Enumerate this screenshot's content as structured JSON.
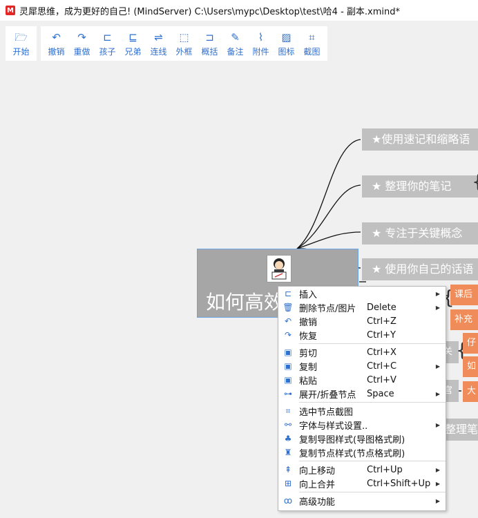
{
  "window": {
    "logo": "M",
    "title": "灵犀思维，成为更好的自己!   (MindServer)   C:\\Users\\mypc\\Desktop\\test\\哈4 - 副本.xmind*"
  },
  "toolbar": {
    "start": {
      "label": "开始",
      "icon": "folder-icon"
    },
    "tools": [
      {
        "label": "撤销",
        "icon": "undo-icon",
        "glyph": "↶"
      },
      {
        "label": "重做",
        "icon": "redo-icon",
        "glyph": "↷"
      },
      {
        "label": "孩子",
        "icon": "child-node-icon",
        "glyph": "⊏"
      },
      {
        "label": "兄弟",
        "icon": "sibling-node-icon",
        "glyph": "⊑"
      },
      {
        "label": "连线",
        "icon": "link-icon",
        "glyph": "⇌"
      },
      {
        "label": "外框",
        "icon": "boundary-icon",
        "glyph": "⬚"
      },
      {
        "label": "概括",
        "icon": "summary-icon",
        "glyph": "⊐"
      },
      {
        "label": "备注",
        "icon": "note-icon",
        "glyph": "✎"
      },
      {
        "label": "附件",
        "icon": "attachment-icon",
        "glyph": "⌇"
      },
      {
        "label": "图标",
        "icon": "image-icon",
        "glyph": "▨"
      },
      {
        "label": "截图",
        "icon": "screenshot-icon",
        "glyph": "⌗"
      }
    ]
  },
  "mindmap": {
    "root": "如何高效",
    "topics": [
      "★使用速记和缩略语",
      "★ 整理你的笔记",
      "★ 专注于关键概念",
      "★ 使用你自己的话语",
      "整理笔"
    ],
    "side": [
      "课后",
      "补充",
      "仔",
      "如",
      "大"
    ],
    "partial": [
      "关",
      "宫"
    ]
  },
  "context_menu": {
    "items": [
      {
        "label": "插入",
        "shortcut": "",
        "sub": true,
        "icon": "insert-icon",
        "glyph": "⊏"
      },
      {
        "label": "删除节点/图片",
        "shortcut": "Delete",
        "sub": true,
        "icon": "delete-icon",
        "glyph": "🗑"
      },
      {
        "label": "撤销",
        "shortcut": "Ctrl+Z",
        "sub": false,
        "icon": "undo-icon",
        "glyph": "↶"
      },
      {
        "label": "恢复",
        "shortcut": "Ctrl+Y",
        "sub": false,
        "icon": "redo-icon",
        "glyph": "↷"
      },
      {
        "sep": true
      },
      {
        "label": "剪切",
        "shortcut": "Ctrl+X",
        "sub": false,
        "icon": "cut-icon",
        "glyph": "▣"
      },
      {
        "label": "复制",
        "shortcut": "Ctrl+C",
        "sub": true,
        "icon": "copy-icon",
        "glyph": "▣"
      },
      {
        "label": "粘贴",
        "shortcut": "Ctrl+V",
        "sub": false,
        "icon": "paste-icon",
        "glyph": "▣"
      },
      {
        "label": "展开/折叠节点",
        "shortcut": "Space",
        "sub": true,
        "icon": "expand-collapse-icon",
        "glyph": "⊶"
      },
      {
        "sep": true
      },
      {
        "label": "选中节点截图",
        "shortcut": "",
        "sub": false,
        "icon": "screenshot-icon",
        "glyph": "⌗"
      },
      {
        "label": "字体与样式设置..",
        "shortcut": "",
        "sub": true,
        "icon": "style-icon",
        "glyph": "⚯"
      },
      {
        "label": "复制导图样式(导图格式刷)",
        "shortcut": "",
        "sub": false,
        "icon": "map-format-brush-icon",
        "glyph": "♣"
      },
      {
        "label": "复制节点样式(节点格式刷)",
        "shortcut": "",
        "sub": false,
        "icon": "node-format-brush-icon",
        "glyph": "♜"
      },
      {
        "sep": true
      },
      {
        "label": "向上移动",
        "shortcut": "Ctrl+Up",
        "sub": true,
        "icon": "move-up-icon",
        "glyph": "⇞"
      },
      {
        "label": "向上合并",
        "shortcut": "Ctrl+Shift+Up",
        "sub": true,
        "icon": "merge-up-icon",
        "glyph": "⊞"
      },
      {
        "sep": true
      },
      {
        "label": "高级功能",
        "shortcut": "",
        "sub": true,
        "icon": "advanced-icon",
        "glyph": "ꝏ"
      }
    ]
  }
}
